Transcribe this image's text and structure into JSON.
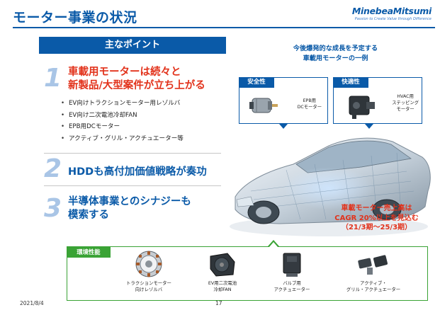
{
  "header": {
    "title": "モーター事業の状況",
    "logo_name": "MinebeaMitsumi",
    "logo_tagline": "Passion to Create Value through Difference"
  },
  "points": {
    "heading": "主なポイント",
    "items": [
      {
        "number": "1",
        "line1": "車載用モーターは続々と",
        "line2": "新製品/大型案件が立ち上がる",
        "bullets": [
          "EV向けトラクションモーター用レゾルバ",
          "EV向け二次電池冷却FAN",
          "EPB用DCモーター",
          "アクティブ・グリル・アクチュエーター等"
        ]
      },
      {
        "number": "2",
        "line1": "HDDも高付加価値戦略が奏功"
      },
      {
        "number": "3",
        "line1": "半導体事業とのシナジーも",
        "line2": "模索する"
      }
    ]
  },
  "forecast": {
    "line1": "今後爆発的な成長を予定する",
    "line2": "車載用モーターの一例"
  },
  "callouts": {
    "safety": {
      "tag": "安全性",
      "cap1": "EPB用",
      "cap2": "DCモーター"
    },
    "comfort": {
      "tag": "快適性",
      "cap1": "HVAC用",
      "cap2": "ステッピング",
      "cap3": "モーター"
    }
  },
  "cagr": {
    "line1": "車載モーター売上高は",
    "line2": "CAGR 20%以上を見込む",
    "line3": "（21/3期～25/3期）"
  },
  "eco": {
    "tag": "環境性能",
    "products": [
      {
        "icon": "resolver-icon",
        "line1": "トラクションモーター",
        "line2": "向けレゾルバ"
      },
      {
        "icon": "cooling-fan-icon",
        "line1": "EV用二次電池",
        "line2": "冷却FAN"
      },
      {
        "icon": "valve-actuator-icon",
        "line1": "バルブ用",
        "line2": "アクチュエーター"
      },
      {
        "icon": "grille-actuator-icon",
        "line1": "アクティブ・",
        "line2": "グリル・アクチュエーター"
      }
    ]
  },
  "footer": {
    "date": "2021/8/4",
    "page": "17"
  },
  "colors": {
    "brand_blue": "#0a5aa8",
    "accent_red": "#e2321b",
    "eco_green": "#3aa335",
    "number_blue": "#a9c5e6"
  }
}
